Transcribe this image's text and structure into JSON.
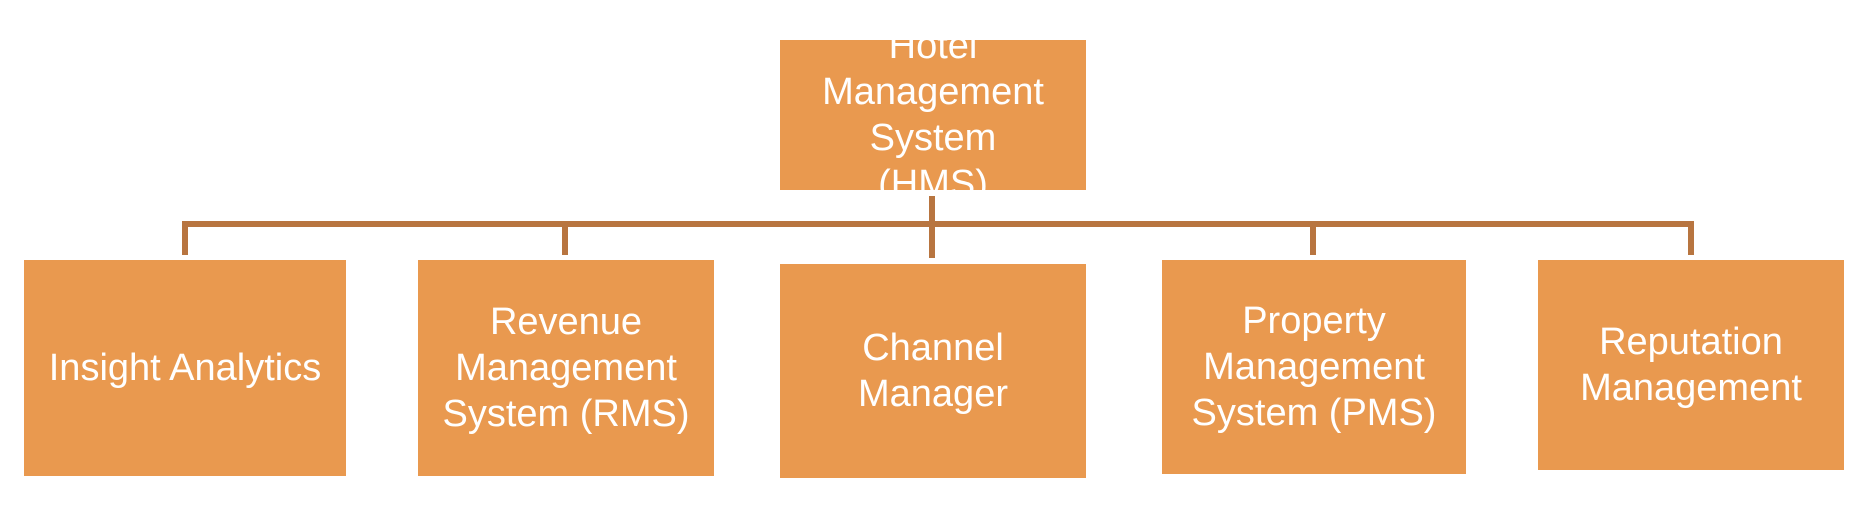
{
  "diagram": {
    "root": {
      "label": "Hotel Management System (HMS)"
    },
    "children": [
      {
        "label": "Insight Analytics"
      },
      {
        "label": "Revenue Management System (RMS)"
      },
      {
        "label": "Channel Manager"
      },
      {
        "label": "Property Management System (PMS)"
      },
      {
        "label": "Reputation Management"
      }
    ],
    "colors": {
      "box_fill": "#E9994F",
      "box_text": "#FFFFFF",
      "connector": "#B87540"
    }
  }
}
